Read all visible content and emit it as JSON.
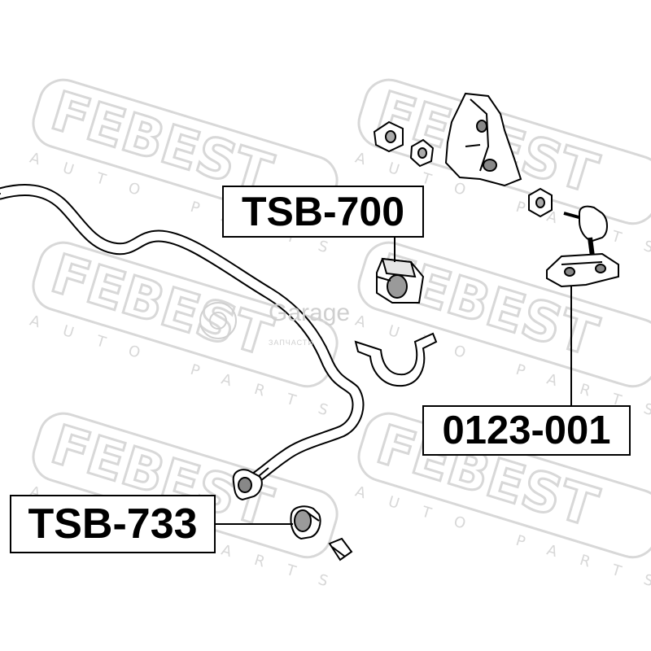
{
  "watermark": {
    "brand": "FEBEST",
    "tagline": "AUTO PARTS",
    "color": "#d8d8d8"
  },
  "overlay_watermark": {
    "brand": "Garage",
    "sub": "ЗАПЧАСТИ"
  },
  "labels": {
    "tsb700": "TSB-700",
    "part_0123": "0123-001",
    "tsb733": "TSB-733"
  },
  "colors": {
    "ink": "#000000",
    "part_fill": "#ffffff",
    "part_shade": "#9a9a9a"
  }
}
